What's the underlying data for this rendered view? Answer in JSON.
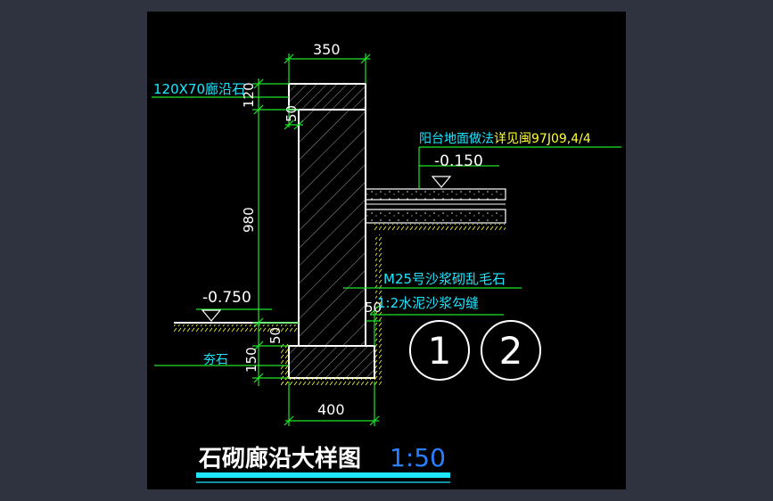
{
  "drawing": {
    "title": "石砌廊沿大样图",
    "scale": "1:50",
    "balcony_note_prefix": "阳台地面做法",
    "balcony_note_suffix": "详见闽97J09,4/4",
    "level_upper": "-0.150",
    "level_lower": "-0.750",
    "cap_label": "120X70廊沿石",
    "wall_material": "M25号沙浆砌乱毛石",
    "joint_material": "1:2水泥沙浆勾缝",
    "footing_label": "夯石",
    "circle_1": "1",
    "circle_2": "2"
  },
  "dimensions": {
    "top_width": "350",
    "bottom_width": "400",
    "cap_height": "120",
    "offset_50": "50",
    "wall_height": "980",
    "step_50": "50",
    "footing_height": "150",
    "right_50": "50"
  },
  "colors": {
    "background": "#000000",
    "frame": "#2f3340",
    "dimension_green": "#1fe62a",
    "text_cyan": "#1fe6ff",
    "outline_white": "#ffffff",
    "ground_yellow": "#ffff33"
  }
}
